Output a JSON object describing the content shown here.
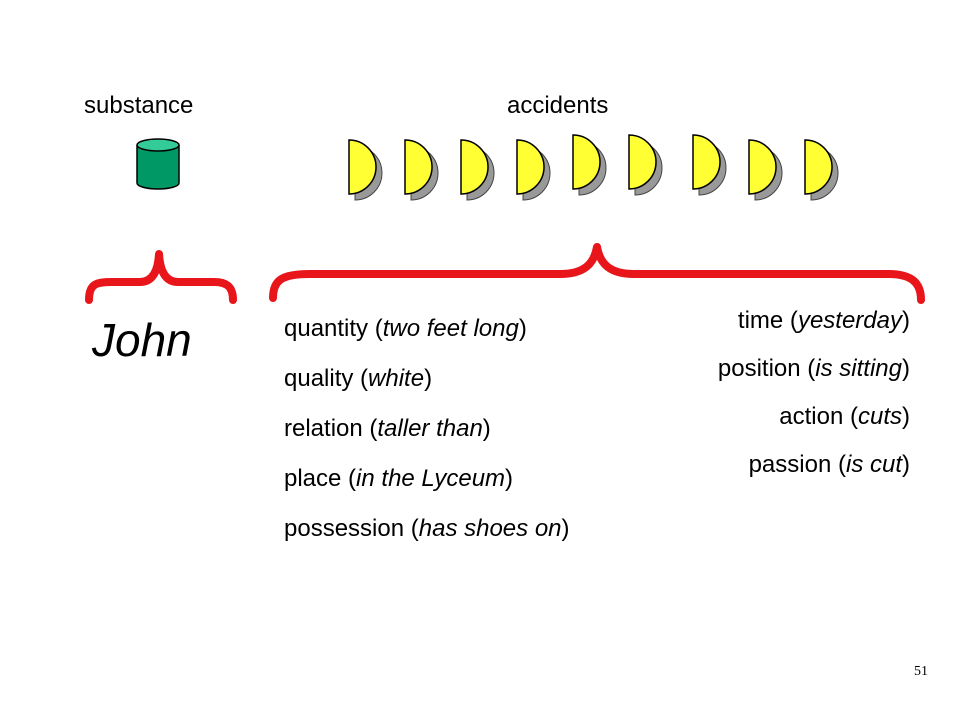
{
  "substance_label": "substance",
  "accidents_label": "accidents",
  "subject": "John",
  "colors": {
    "brace": "#e8161b",
    "cylinder": "#009966",
    "accident_fill": "#ffff33",
    "accident_shadow": "#999999"
  },
  "icons": {
    "substance": "cylinder-icon",
    "accident": "half-moon-icon"
  },
  "accident_count": 9,
  "left_categories": [
    {
      "name": "quantity",
      "example": "two feet long"
    },
    {
      "name": "quality",
      "example": "white"
    },
    {
      "name": "relation",
      "example": "taller than"
    },
    {
      "name": "place",
      "example": "in the Lyceum"
    },
    {
      "name": "possession",
      "example": "has shoes on"
    }
  ],
  "right_categories": [
    {
      "name": "time",
      "example": "yesterday"
    },
    {
      "name": "position",
      "example": "is sitting"
    },
    {
      "name": "action",
      "example": "cuts"
    },
    {
      "name": "passion",
      "example": "is cut"
    }
  ],
  "page_number": "51"
}
